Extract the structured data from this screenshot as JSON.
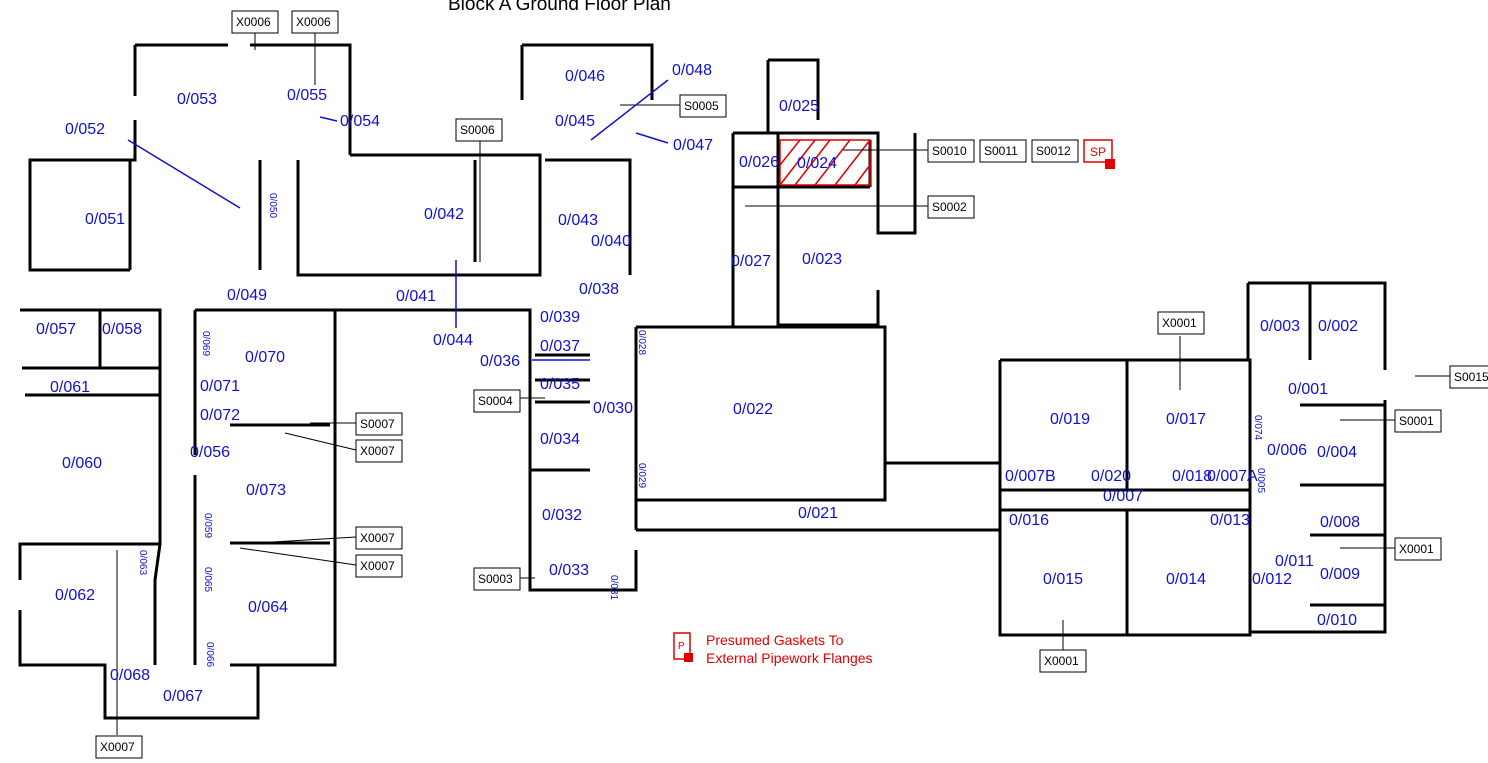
{
  "title": "Block A Ground Floor Plan",
  "legend": {
    "symbol_letter": "P",
    "line1": "Presumed Gaskets To",
    "line2": "External Pipework Flanges",
    "color": "#e00000"
  },
  "colors": {
    "room_label": "#1010d0",
    "wall": "#000000",
    "hazard": "#e00000",
    "cross": "#3a78ff"
  },
  "rooms": [
    "0/001",
    "0/002",
    "0/003",
    "0/004",
    "0/007",
    "0/007A",
    "0/007B",
    "0/008",
    "0/009",
    "0/010",
    "0/011",
    "0/012",
    "0/013",
    "0/014",
    "0/015",
    "0/016",
    "0/017",
    "0/018",
    "0/019",
    "0/020",
    "0/021",
    "0/022",
    "0/023",
    "0/024",
    "0/025",
    "0/026",
    "0/027",
    "0/028",
    "0/029",
    "0/030",
    "0/031",
    "0/032",
    "0/033",
    "0/034",
    "0/035",
    "0/036",
    "0/037",
    "0/038",
    "0/039",
    "0/040",
    "0/041",
    "0/042",
    "0/043",
    "0/044",
    "0/045",
    "0/046",
    "0/047",
    "0/048",
    "0/049",
    "0/050",
    "0/051",
    "0/052",
    "0/053",
    "0/054",
    "0/055",
    "0/056",
    "0/057",
    "0/058",
    "0/059",
    "0/060",
    "0/061",
    "0/062",
    "0/063",
    "0/064",
    "0/065",
    "0/066",
    "0/067",
    "0/068",
    "0/069",
    "0/070",
    "0/071",
    "0/072",
    "0/073",
    "0/074",
    "0/005",
    "0/006"
  ],
  "tags": [
    "X0006",
    "X0006",
    "S0005",
    "S0006",
    "S0010",
    "S0011",
    "S0012",
    "S0002",
    "S0015",
    "S0001",
    "X0001",
    "X0001",
    "X0001",
    "S0004",
    "S0003",
    "S0007",
    "X0007",
    "X0007",
    "X0007",
    "X0007"
  ],
  "hazard_tag": "SP"
}
